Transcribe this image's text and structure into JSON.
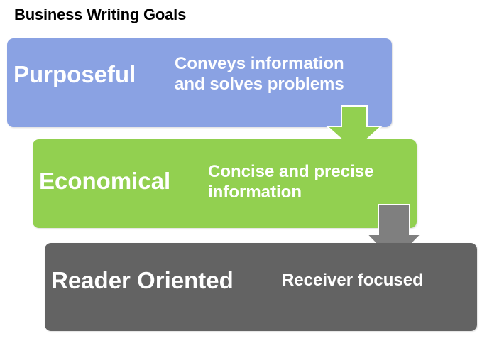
{
  "title": "Business Writing Goals",
  "steps": [
    {
      "title": "Purposeful",
      "description": "Conveys information\nand solves problems",
      "color": "#8aa2e3"
    },
    {
      "title": "Economical",
      "description": "Concise and precise\ninformation",
      "color": "#92d050"
    },
    {
      "title": "Reader Oriented",
      "description": "Receiver focused",
      "color": "#636363"
    }
  ],
  "arrows": [
    {
      "from": "Purposeful",
      "to": "Economical",
      "color": "#92d050",
      "icon": "arrow-down-icon"
    },
    {
      "from": "Economical",
      "to": "Reader Oriented",
      "color": "#7f7f7f",
      "icon": "arrow-down-icon"
    }
  ]
}
